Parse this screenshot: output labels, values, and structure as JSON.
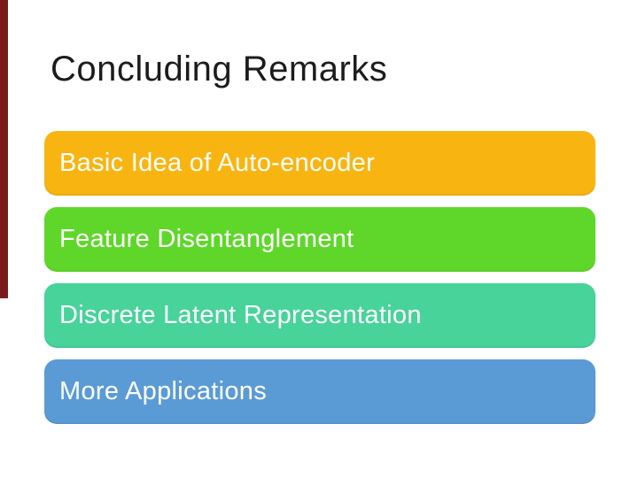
{
  "slide": {
    "title": "Concluding Remarks",
    "title_color": "#1c1c1c",
    "background_color": "#ffffff",
    "accent_stripe_color": "#7b1a1a",
    "item_text_color": "#ffffff",
    "items": [
      {
        "label": "Basic Idea of Auto-encoder",
        "color": "#f8b512"
      },
      {
        "label": "Feature Disentanglement",
        "color": "#5fd72a"
      },
      {
        "label": "Discrete Latent Representation",
        "color": "#47d39a"
      },
      {
        "label": "More Applications",
        "color": "#5b9bd5"
      }
    ]
  }
}
